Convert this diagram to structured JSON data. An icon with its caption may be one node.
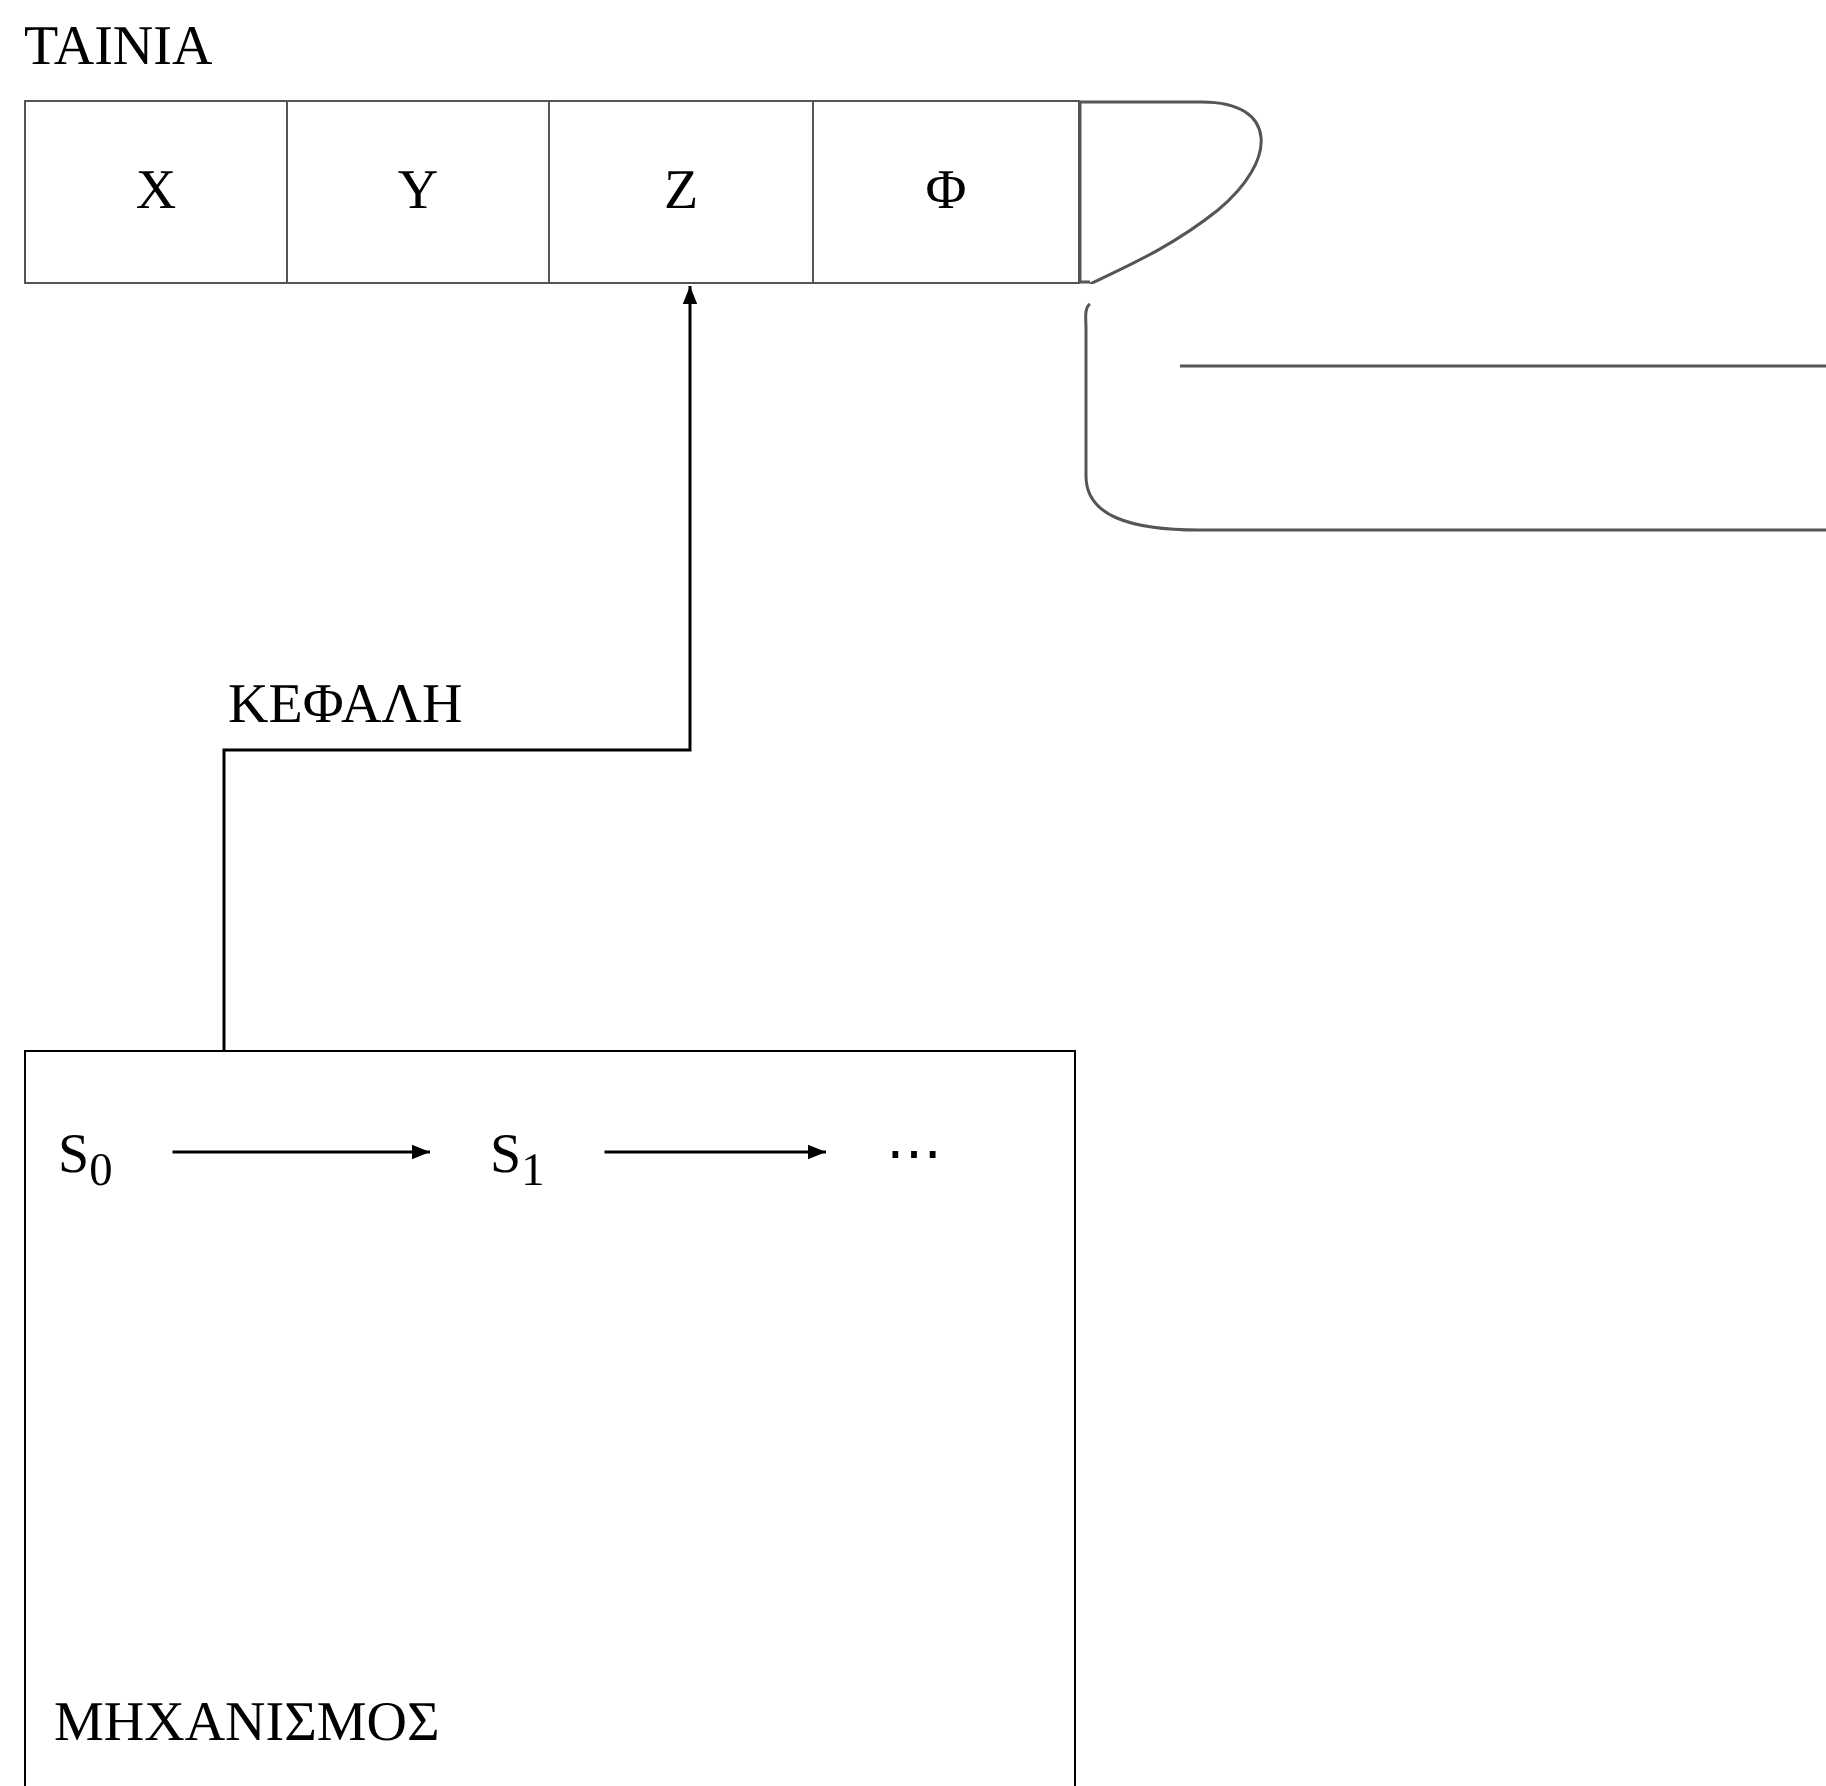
{
  "diagram": {
    "nodes": [
      {
        "text": [
          "ΤΑΙΝΙΑ"
        ]
      },
      {
        "text": [
          "X"
        ],
        "in": 0
      },
      {
        "text": [
          "Y"
        ],
        "in": 0
      },
      {
        "text": [
          "Z"
        ],
        "in": 0
      },
      {
        "text": [
          "Φ"
        ],
        "in": 0
      },
      {
        "text": [],
        "shape": "box",
        "in": 0
      },
      {
        "text": [
          "ΜΗΧΑΝΙΣΜΟΣ"
        ]
      },
      {
        "text": [
          "S$_{0}$"
        ],
        "in": 6
      },
      {
        "text": [
          "S$_{1}$"
        ],
        "in": 6
      },
      {
        "text": [
          "⋯"
        ],
        "in": 6
      }
    ],
    "edges": [
      {
        "from": 6,
        "to": 3,
        "arrow": "to",
        "label": "ΚΕΦΑΛΗ"
      },
      {
        "from": 7,
        "to": 8,
        "arrow": "to"
      },
      {
        "from": 8,
        "to": 9,
        "arrow": "to"
      }
    ]
  }
}
